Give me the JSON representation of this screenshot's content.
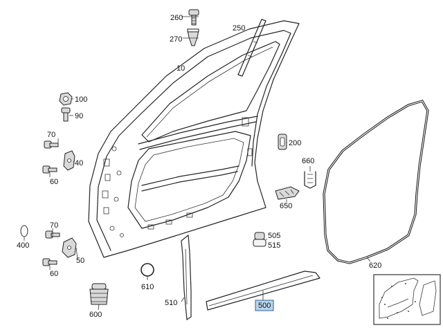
{
  "callouts": [
    {
      "id": "260",
      "text": "260"
    },
    {
      "id": "250",
      "text": "250"
    },
    {
      "id": "270",
      "text": "270"
    },
    {
      "id": "10",
      "text": "10"
    },
    {
      "id": "100",
      "text": "100"
    },
    {
      "id": "90",
      "text": "90"
    },
    {
      "id": "70a",
      "text": "70"
    },
    {
      "id": "40",
      "text": "40"
    },
    {
      "id": "60a",
      "text": "60"
    },
    {
      "id": "200",
      "text": "200"
    },
    {
      "id": "660",
      "text": "660"
    },
    {
      "id": "650",
      "text": "650"
    },
    {
      "id": "400",
      "text": "400"
    },
    {
      "id": "70b",
      "text": "70"
    },
    {
      "id": "50",
      "text": "50"
    },
    {
      "id": "60b",
      "text": "60"
    },
    {
      "id": "505",
      "text": "505"
    },
    {
      "id": "515",
      "text": "515"
    },
    {
      "id": "610",
      "text": "610"
    },
    {
      "id": "510",
      "text": "510"
    },
    {
      "id": "600",
      "text": "600"
    },
    {
      "id": "500",
      "text": "500"
    },
    {
      "id": "620",
      "text": "620"
    }
  ],
  "highlight": {
    "part": "500",
    "color": "#b9d3ea"
  }
}
